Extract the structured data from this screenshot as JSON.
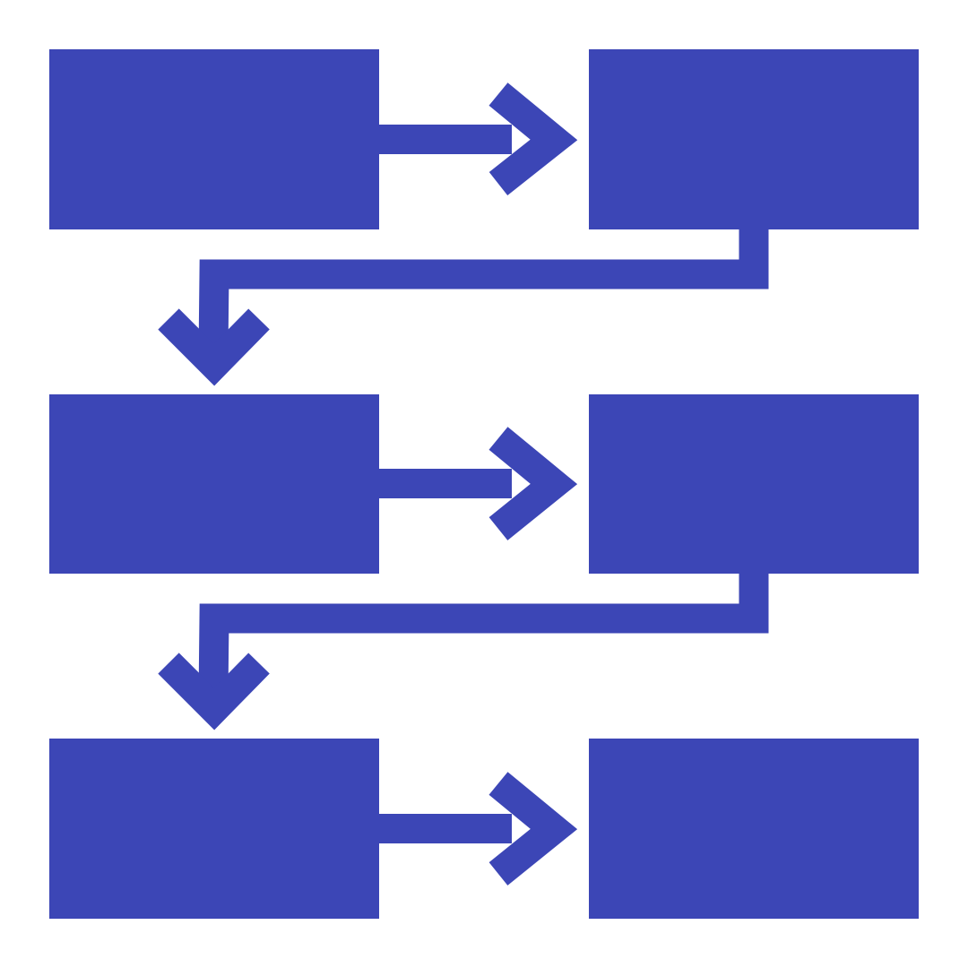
{
  "colors": {
    "shape": "#3c46b6",
    "background": "#ffffff"
  },
  "diagram": {
    "kind": "flowchart",
    "direction": "zigzag-left-to-right-then-down",
    "nodes": [
      {
        "id": "step-1",
        "label": ""
      },
      {
        "id": "step-2",
        "label": ""
      },
      {
        "id": "step-3",
        "label": ""
      },
      {
        "id": "step-4",
        "label": ""
      },
      {
        "id": "step-5",
        "label": ""
      },
      {
        "id": "step-6",
        "label": ""
      }
    ],
    "edges": [
      {
        "from": "step-1",
        "to": "step-2"
      },
      {
        "from": "step-2",
        "to": "step-3"
      },
      {
        "from": "step-3",
        "to": "step-4"
      },
      {
        "from": "step-4",
        "to": "step-5"
      },
      {
        "from": "step-5",
        "to": "step-6"
      }
    ]
  }
}
